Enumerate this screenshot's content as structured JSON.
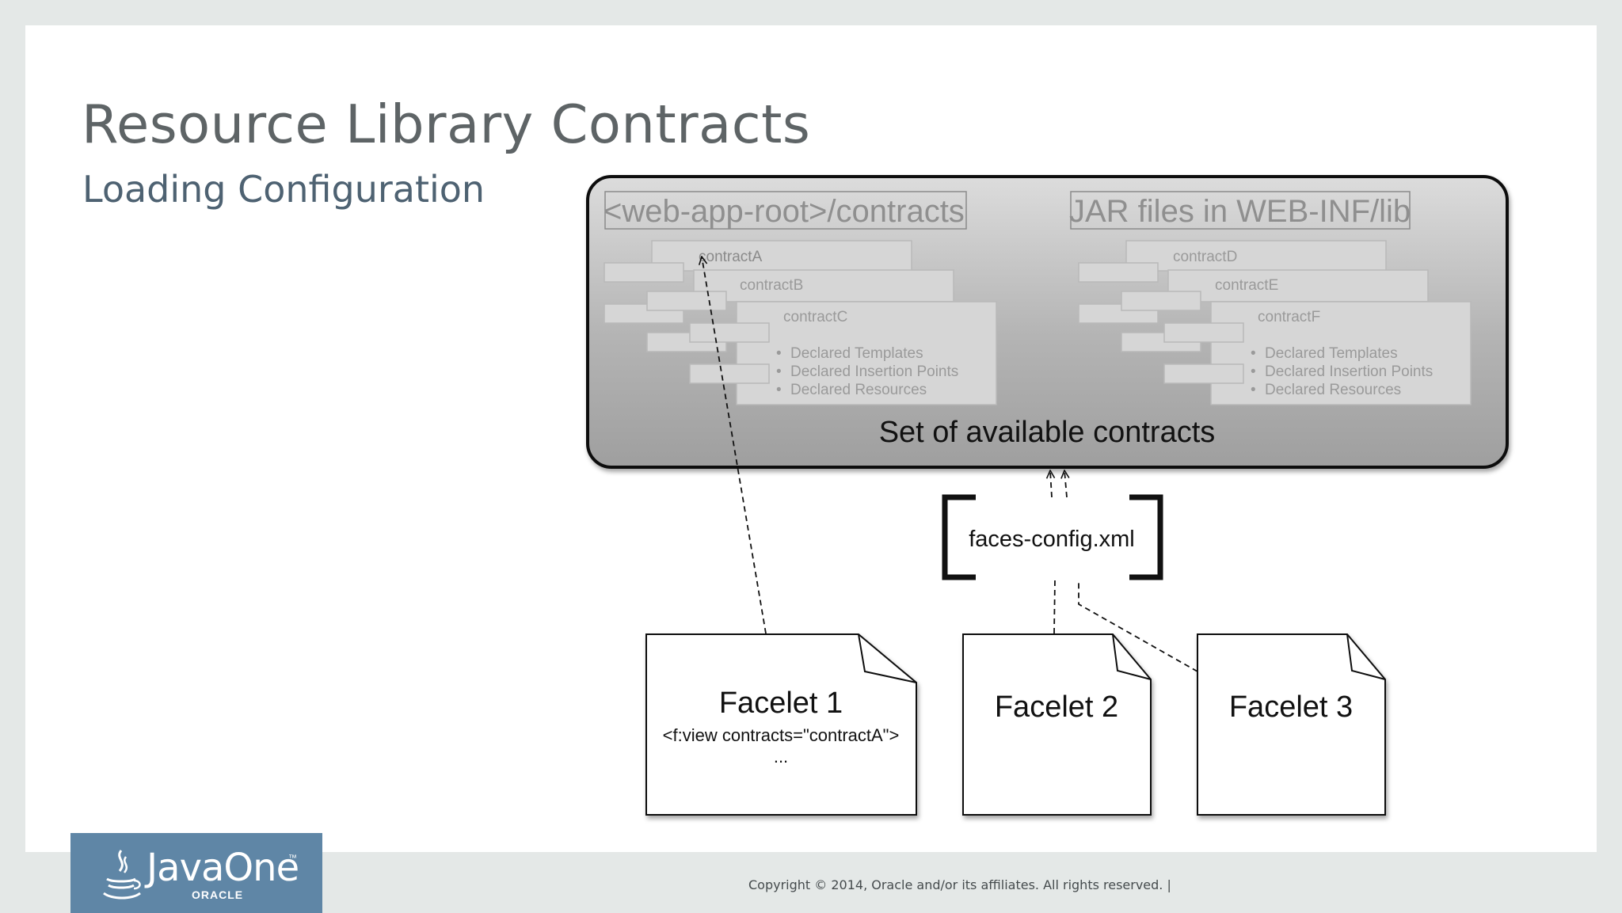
{
  "slide": {
    "title": "Resource Library Contracts",
    "subtitle": "Loading Configuration",
    "footer": "Copyright © 2014, Oracle and/or its affiliates. All rights reserved.  |"
  },
  "logo": {
    "name": "JavaOne",
    "tm": "™",
    "vendor": "ORACLE"
  },
  "diagram": {
    "container_label": "Set of available contracts",
    "source_webapp": "<web-app-root>/contracts",
    "source_jar": "JAR files in WEB-INF/lib",
    "left_group": {
      "contracts": [
        "contractA",
        "contractB",
        "contractC"
      ]
    },
    "right_group": {
      "contracts": [
        "contractD",
        "contractE",
        "contractF"
      ]
    },
    "bullets": [
      "Declared Templates",
      "Declared Insertion Points",
      "Declared Resources"
    ],
    "config_file": "faces-config.xml",
    "facelets": [
      {
        "title": "Facelet 1",
        "lines": [
          "<f:view contracts=\"contractA\">",
          "..."
        ]
      },
      {
        "title": "Facelet 2",
        "lines": []
      },
      {
        "title": "Facelet 3",
        "lines": []
      }
    ]
  }
}
